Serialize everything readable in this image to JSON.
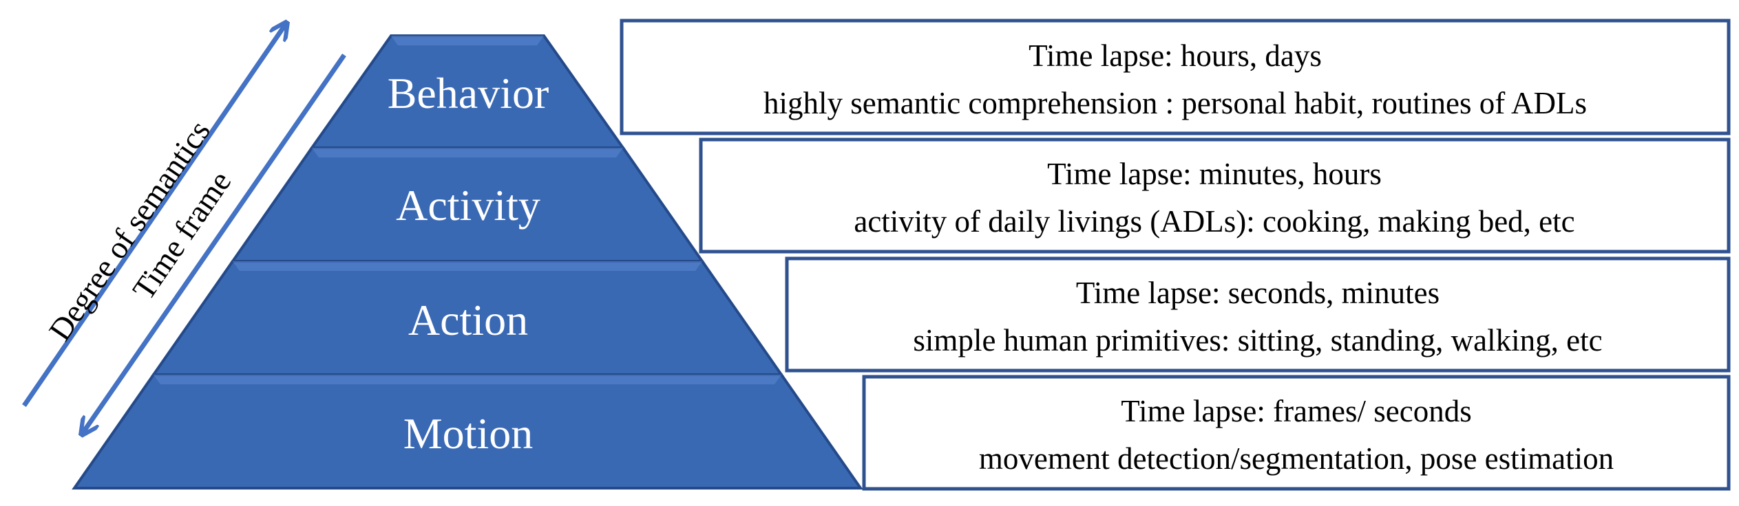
{
  "colors": {
    "pyramid_fill": "#3a69b4",
    "pyramid_edge": "#244a8a",
    "arrow": "#4472c4",
    "box_border": "#2f528f"
  },
  "axes": {
    "semantics_label": "Degree of semantics",
    "time_label": "Time frame"
  },
  "levels": [
    {
      "name": "Behavior",
      "line1": "Time lapse: hours, days",
      "line2": "highly semantic comprehension : personal habit, routines of ADLs"
    },
    {
      "name": "Activity",
      "line1": "Time lapse: minutes, hours",
      "line2": "activity of daily livings (ADLs): cooking, making bed, etc"
    },
    {
      "name": "Action",
      "line1": "Time lapse: seconds, minutes",
      "line2": "simple human primitives: sitting, standing, walking, etc"
    },
    {
      "name": "Motion",
      "line1": "Time lapse: frames/ seconds",
      "line2": "movement detection/segmentation, pose estimation"
    }
  ]
}
